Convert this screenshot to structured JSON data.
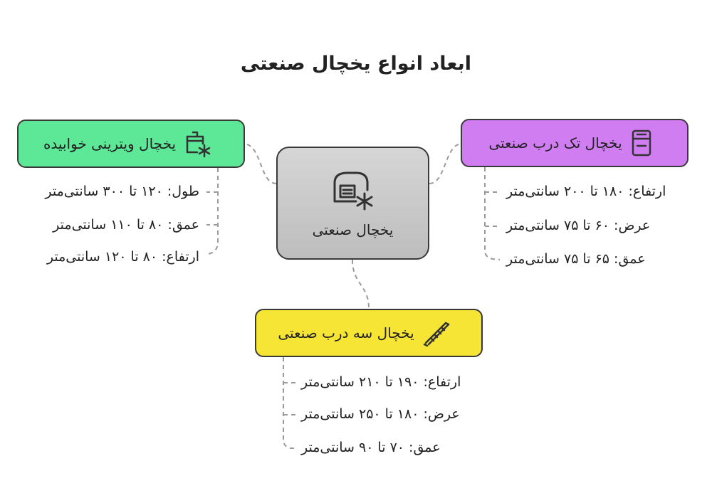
{
  "title": "ابعاد انواع یخچال صنعتی",
  "center": {
    "label": "یخچال صنعتی",
    "icon": "industrial-fridge-icon"
  },
  "branches": {
    "left": {
      "label": "یخچال ویترینی خوابیده",
      "icon": "chest-freezer-icon",
      "color": "#5ce896",
      "items": [
        "طول: ۱۲۰ تا ۳۰۰ سانتی‌متر",
        "عمق: ۸۰ تا ۱۱۰ سانتی‌متر",
        "ارتفاع: ۸۰ تا ۱۲۰ سانتی‌متر"
      ]
    },
    "right": {
      "label": "یخچال تک درب صنعتی",
      "icon": "single-door-fridge-icon",
      "color": "#d07df2",
      "items": [
        "ارتفاع: ۱۸۰ تا ۲۰۰ سانتی‌متر",
        "عرض: ۶۰ تا ۷۵ سانتی‌متر",
        "عمق: ۶۵ تا ۷۵ سانتی‌متر"
      ]
    },
    "bottom": {
      "label": "یخچال سه درب صنعتی",
      "icon": "thermometer-icon",
      "color": "#f7e535",
      "items": [
        "ارتفاع: ۱۹۰ تا ۲۱۰ سانتی‌متر",
        "عرض: ۱۸۰ تا ۲۵۰ سانتی‌متر",
        "عمق: ۷۰ تا ۹۰ سانتی‌متر"
      ]
    }
  }
}
